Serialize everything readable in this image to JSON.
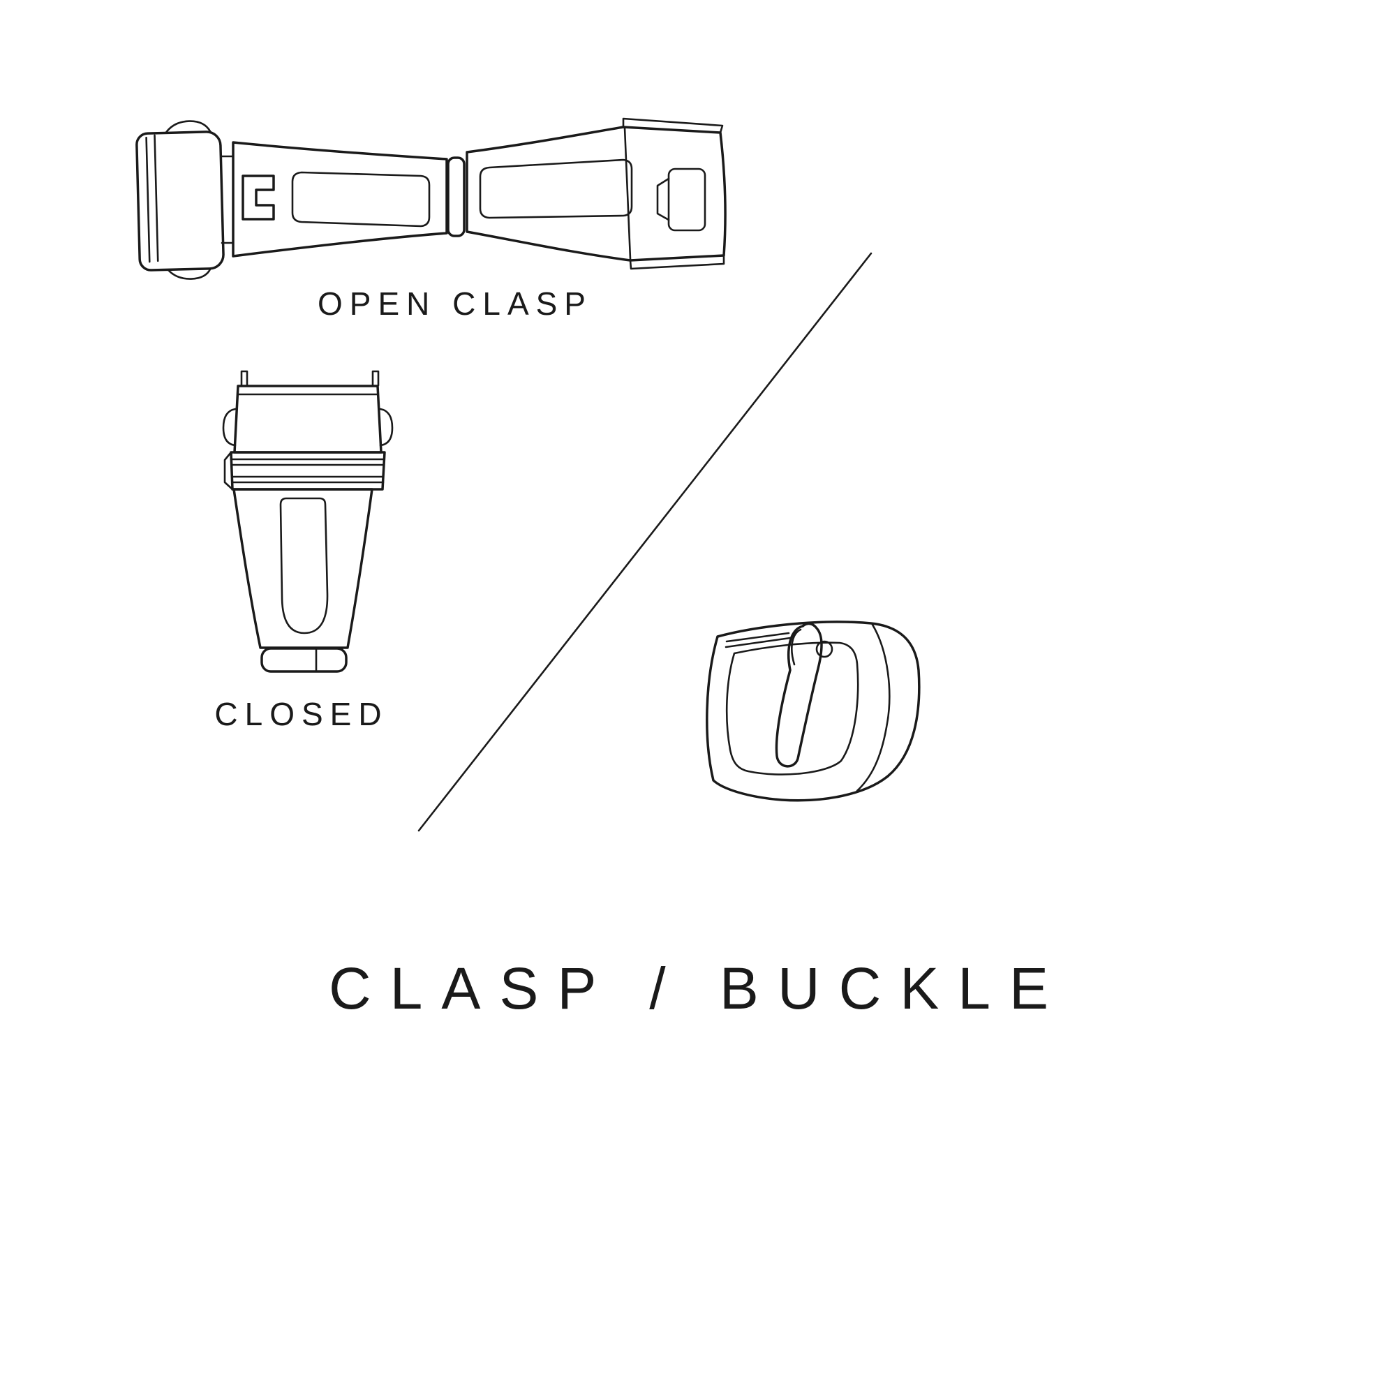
{
  "page": {
    "background": "#ffffff"
  },
  "diagram": {
    "line_color": "#1a1a1a",
    "labels": {
      "open_clasp": "OPEN CLASP",
      "closed": "CLOSED",
      "title": "CLASP / BUCKLE"
    },
    "illustrations": [
      {
        "name": "open-clasp-illustration",
        "label": "OPEN CLASP"
      },
      {
        "name": "closed-clasp-illustration",
        "label": "CLOSED"
      },
      {
        "name": "tang-buckle-illustration",
        "label": ""
      }
    ]
  }
}
